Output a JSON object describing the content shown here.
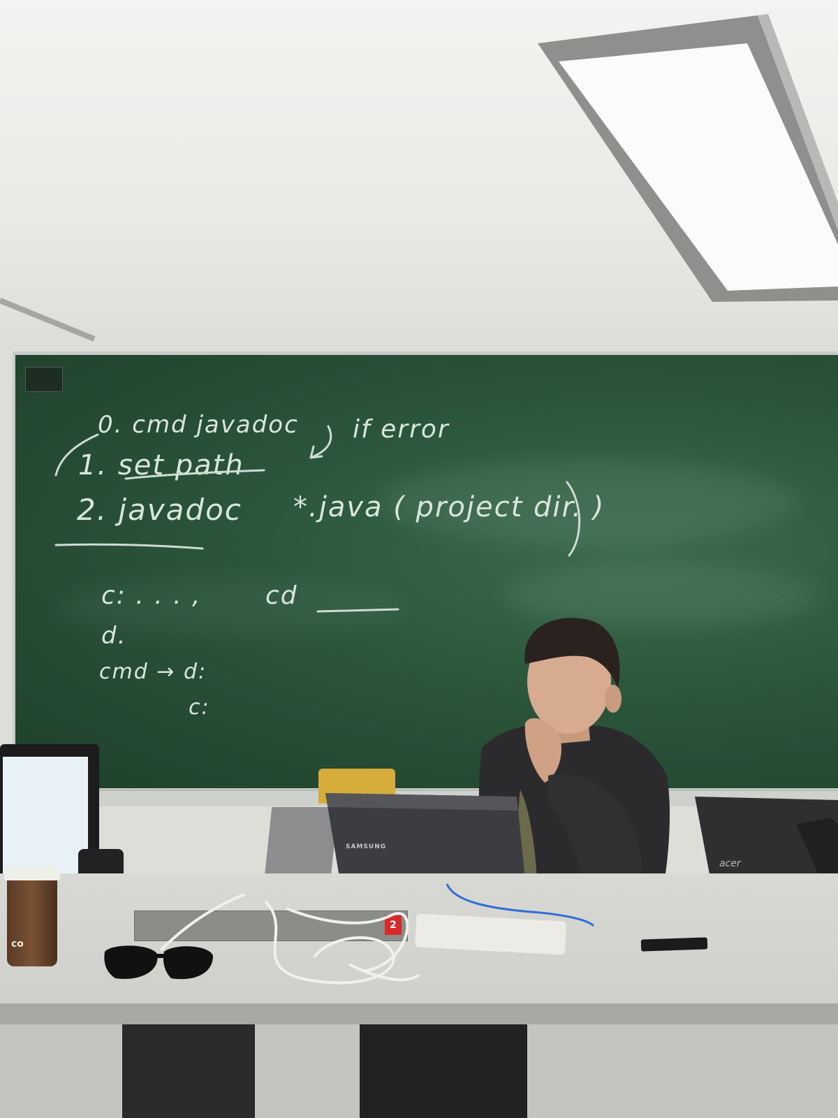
{
  "scene": "classroom",
  "blackboard": {
    "line_0": "0. cmd javadoc",
    "note_if_error": "if error",
    "line_1": "1. set path",
    "line_2": "2. javadoc",
    "line_2_args": "*.java ( project dir. )",
    "line_c": "c: . . . ,",
    "line_cd": "cd",
    "line_d": "d.",
    "line_cmd": "cmd →  d:",
    "line_c2": "c:"
  },
  "laptop_center": {
    "brand": "SAMSUNG"
  },
  "laptop_right": {
    "brand": "acer"
  },
  "switch": {
    "badge": "2"
  },
  "cup": {
    "text": "co"
  },
  "colors": {
    "board": "#2b5638",
    "chalk": "#d9e6dc",
    "table": "#d4d4d0",
    "laptop": "#3a3b3d",
    "jacket": "#2b2b2d",
    "chair": "#d6ac3b",
    "badge": "#d62a2a"
  }
}
